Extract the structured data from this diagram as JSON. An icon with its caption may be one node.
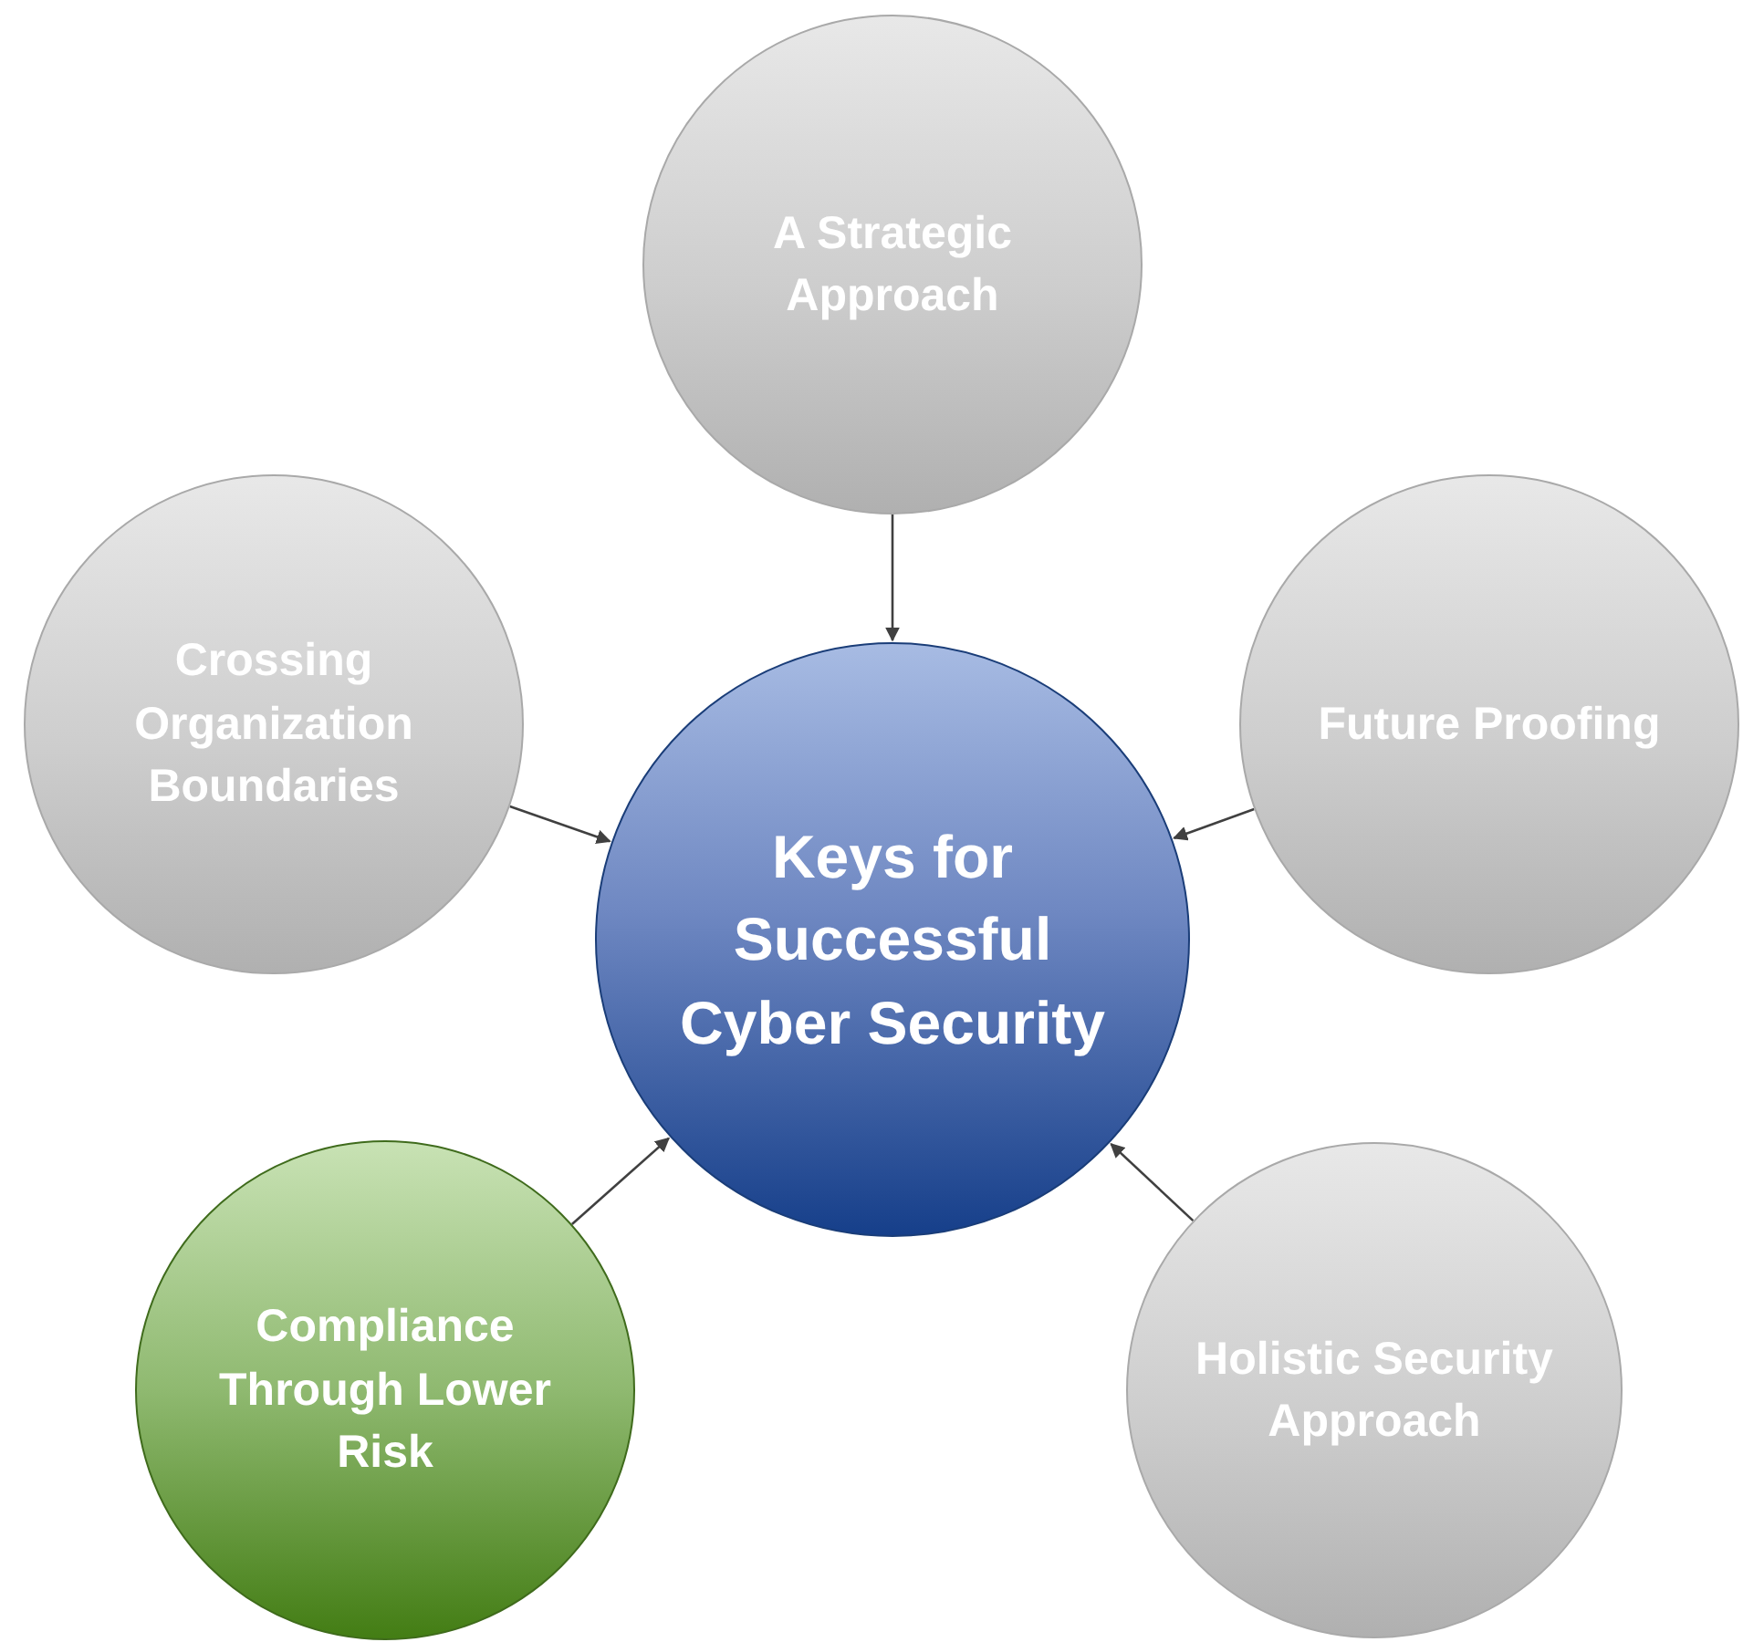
{
  "diagram": {
    "nodes": [
      {
        "text": [
          "Keys for Successful Cyber Security"
        ]
      },
      {
        "text": [
          "A Strategic Approach"
        ]
      },
      {
        "text": [
          "Crossing Organization Boundaries"
        ]
      },
      {
        "text": [
          "Future Proofing"
        ]
      },
      {
        "text": [
          "Compliance Through Lower Risk"
        ]
      },
      {
        "text": [
          "Holistic Security Approach"
        ]
      }
    ],
    "edges": [
      {
        "from": 1,
        "to": 0,
        "arrow": "to"
      },
      {
        "from": 2,
        "to": 0,
        "arrow": "to"
      },
      {
        "from": 3,
        "to": 0,
        "arrow": "to"
      },
      {
        "from": 4,
        "to": 0,
        "arrow": "to"
      },
      {
        "from": 5,
        "to": 0,
        "arrow": "to"
      }
    ]
  }
}
